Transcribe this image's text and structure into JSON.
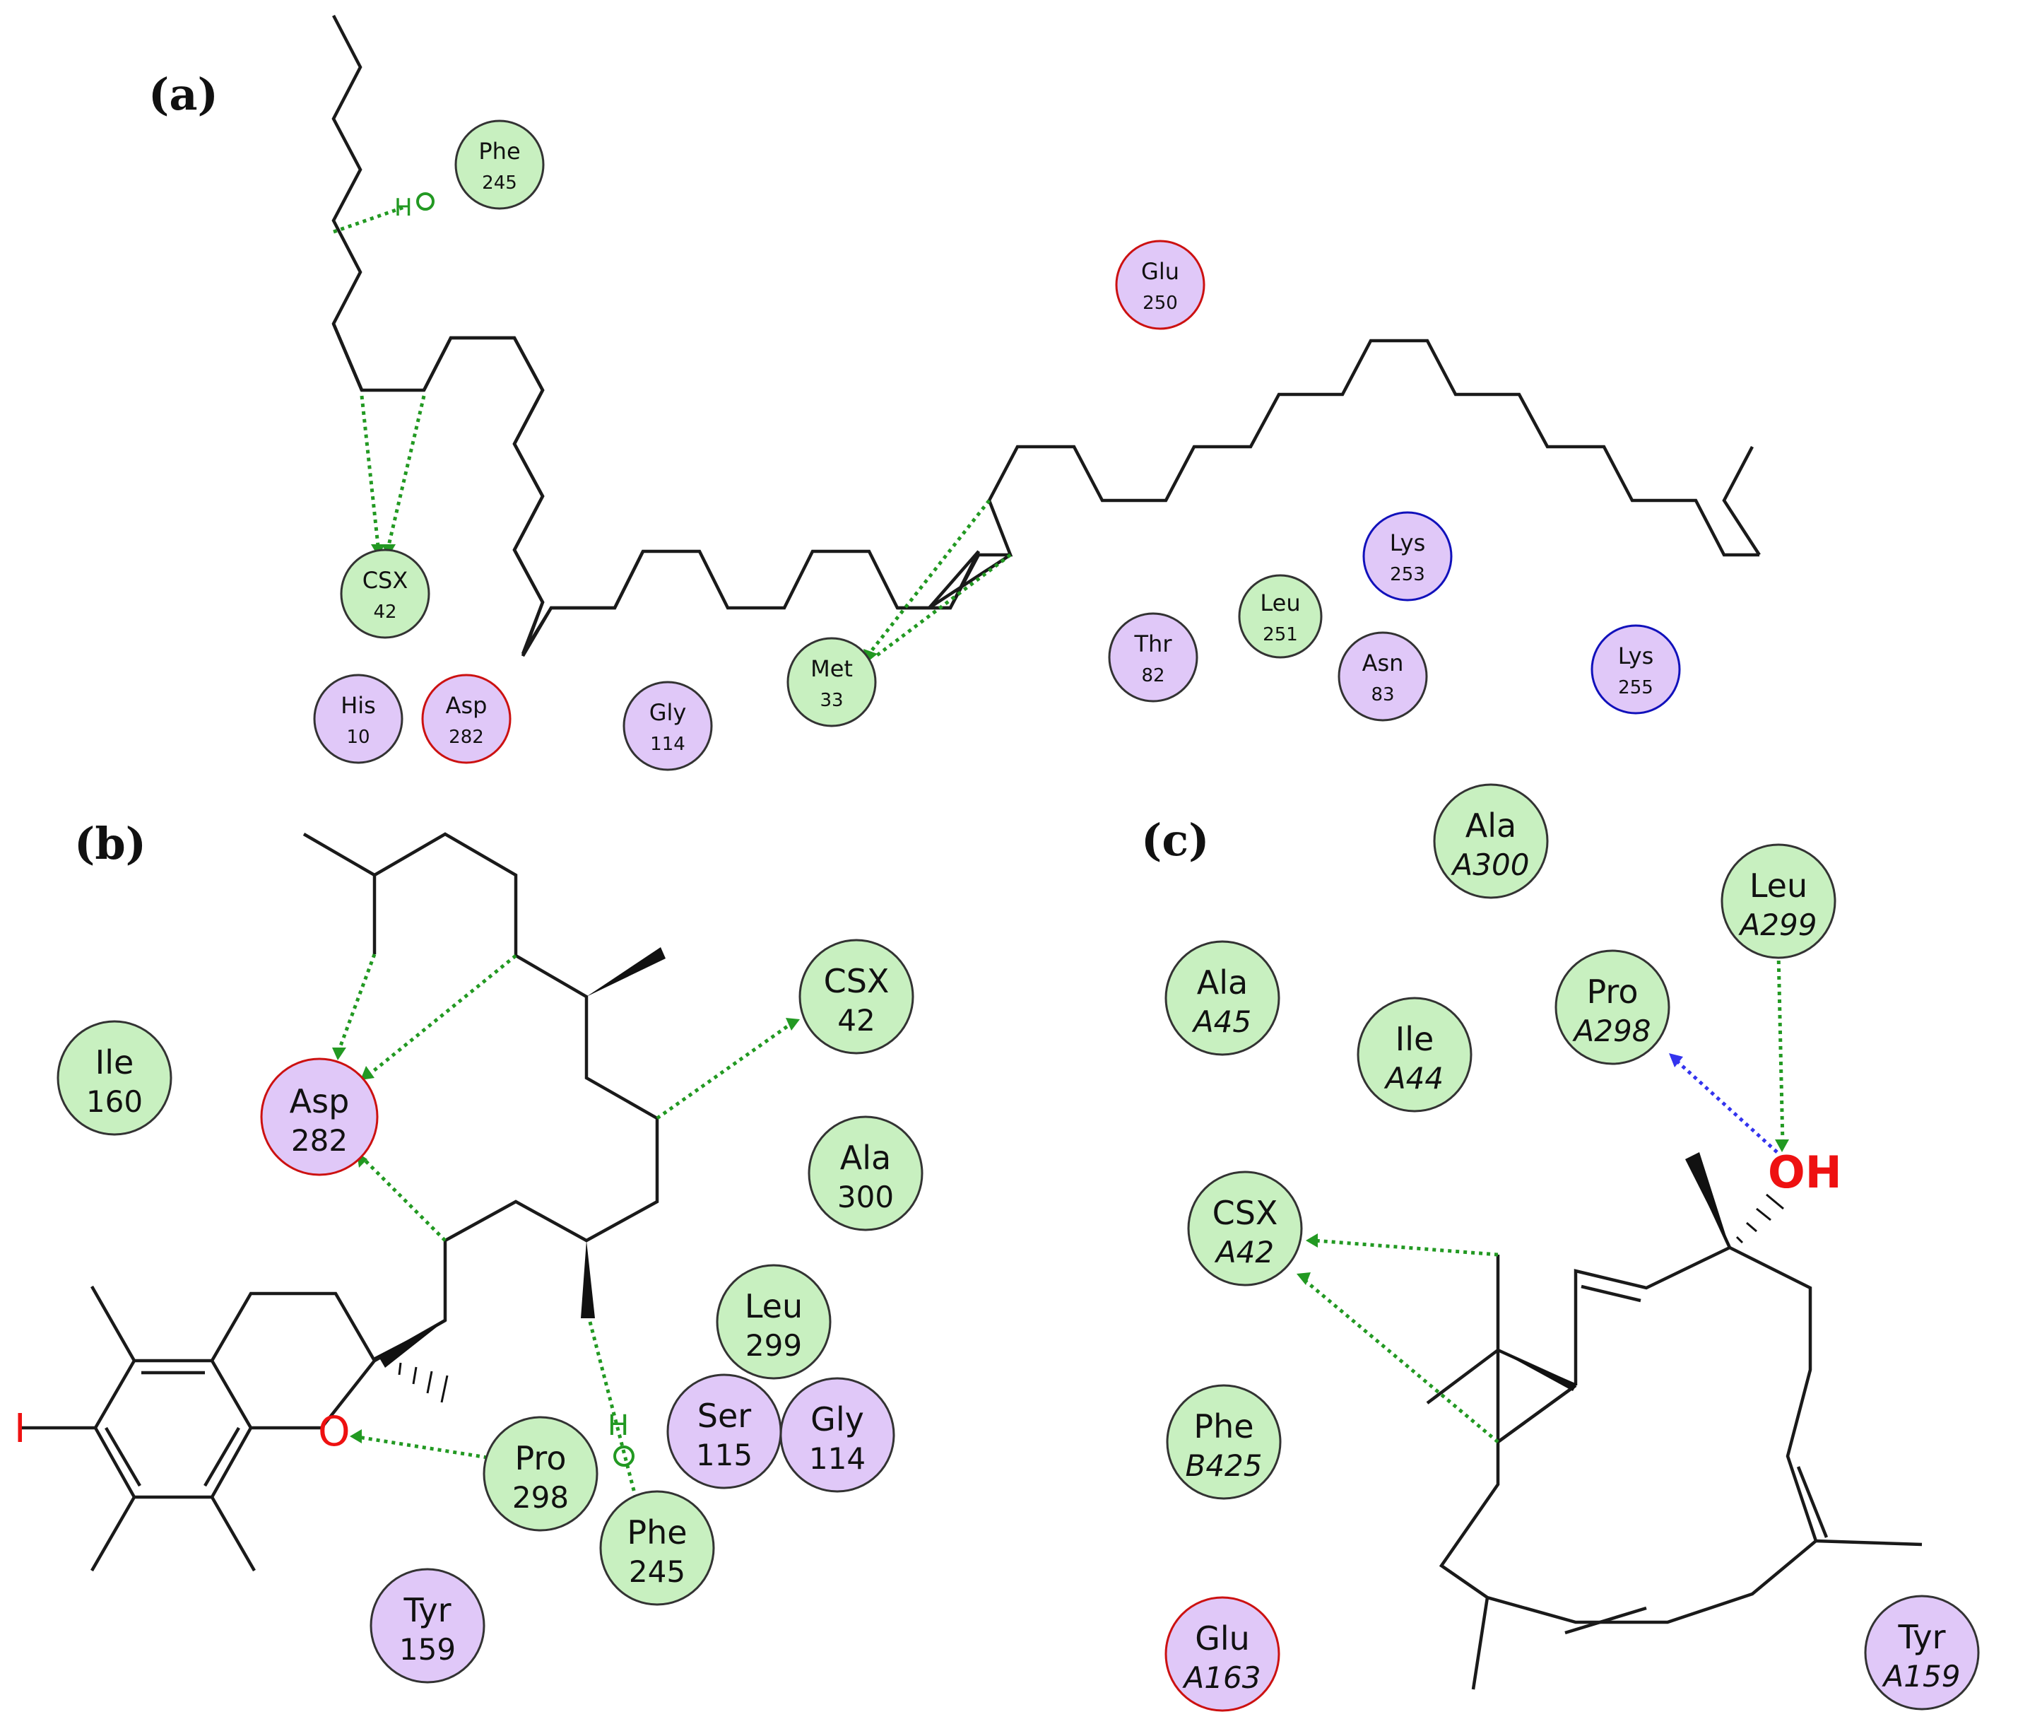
{
  "panels": {
    "a": {
      "label": "(a)",
      "residues": [
        {
          "id": "a-phe245",
          "name": "Phe",
          "num": "245",
          "type": "hydrophobic"
        },
        {
          "id": "a-glu250",
          "name": "Glu",
          "num": "250",
          "type": "negative"
        },
        {
          "id": "a-csx42",
          "name": "CSX",
          "num": "42",
          "type": "hydrophobic"
        },
        {
          "id": "a-lys253",
          "name": "Lys",
          "num": "253",
          "type": "positive"
        },
        {
          "id": "a-leu251",
          "name": "Leu",
          "num": "251",
          "type": "hydrophobic"
        },
        {
          "id": "a-thr82",
          "name": "Thr",
          "num": "82",
          "type": "polar"
        },
        {
          "id": "a-asn83",
          "name": "Asn",
          "num": "83",
          "type": "polar"
        },
        {
          "id": "a-lys255",
          "name": "Lys",
          "num": "255",
          "type": "positive"
        },
        {
          "id": "a-met33",
          "name": "Met",
          "num": "33",
          "type": "hydrophobic"
        },
        {
          "id": "a-his10",
          "name": "His",
          "num": "10",
          "type": "polar"
        },
        {
          "id": "a-asp282",
          "name": "Asp",
          "num": "282",
          "type": "negative"
        },
        {
          "id": "a-gly114",
          "name": "Gly",
          "num": "114",
          "type": "polar"
        }
      ],
      "pi_h_label": "H"
    },
    "b": {
      "label": "(b)",
      "residues": [
        {
          "id": "b-ile160",
          "name": "Ile",
          "num": "160",
          "type": "hydrophobic"
        },
        {
          "id": "b-asp282",
          "name": "Asp",
          "num": "282",
          "type": "negative"
        },
        {
          "id": "b-csx42",
          "name": "CSX",
          "num": "42",
          "type": "hydrophobic"
        },
        {
          "id": "b-ala300",
          "name": "Ala",
          "num": "300",
          "type": "hydrophobic"
        },
        {
          "id": "b-leu299",
          "name": "Leu",
          "num": "299",
          "type": "hydrophobic"
        },
        {
          "id": "b-ser115",
          "name": "Ser",
          "num": "115",
          "type": "polar"
        },
        {
          "id": "b-gly114",
          "name": "Gly",
          "num": "114",
          "type": "polar"
        },
        {
          "id": "b-pro298",
          "name": "Pro",
          "num": "298",
          "type": "hydrophobic"
        },
        {
          "id": "b-phe245",
          "name": "Phe",
          "num": "245",
          "type": "hydrophobic"
        },
        {
          "id": "b-tyr159",
          "name": "Tyr",
          "num": "159",
          "type": "polar"
        }
      ],
      "ring_oxygen": "O",
      "pi_h_label": "H"
    },
    "c": {
      "label": "(c)",
      "residues": [
        {
          "id": "c-alaA300",
          "name": "Ala",
          "num": "A300",
          "type": "hydrophobic"
        },
        {
          "id": "c-leuA299",
          "name": "Leu",
          "num": "A299",
          "type": "hydrophobic"
        },
        {
          "id": "c-alaA45",
          "name": "Ala",
          "num": "A45",
          "type": "hydrophobic"
        },
        {
          "id": "c-proA298",
          "name": "Pro",
          "num": "A298",
          "type": "hydrophobic"
        },
        {
          "id": "c-ileA44",
          "name": "Ile",
          "num": "A44",
          "type": "hydrophobic"
        },
        {
          "id": "c-csxA42",
          "name": "CSX",
          "num": "A42",
          "type": "hydrophobic"
        },
        {
          "id": "c-pheB425",
          "name": "Phe",
          "num": "B425",
          "type": "hydrophobic"
        },
        {
          "id": "c-gluA163",
          "name": "Glu",
          "num": "A163",
          "type": "negative"
        },
        {
          "id": "c-tyrA159",
          "name": "Tyr",
          "num": "A159",
          "type": "polar"
        }
      ],
      "hydroxyl": "OH"
    }
  },
  "colors": {
    "hydrophobic_fill": "#c8f0c0",
    "polar_fill": "#e0c8f8",
    "negative_ring": "#cc1111",
    "positive_ring": "#1111bb",
    "default_ring": "#333333",
    "interaction_green": "#229922",
    "interaction_blue": "#3333ee",
    "oxygen_red": "#ee1111"
  }
}
